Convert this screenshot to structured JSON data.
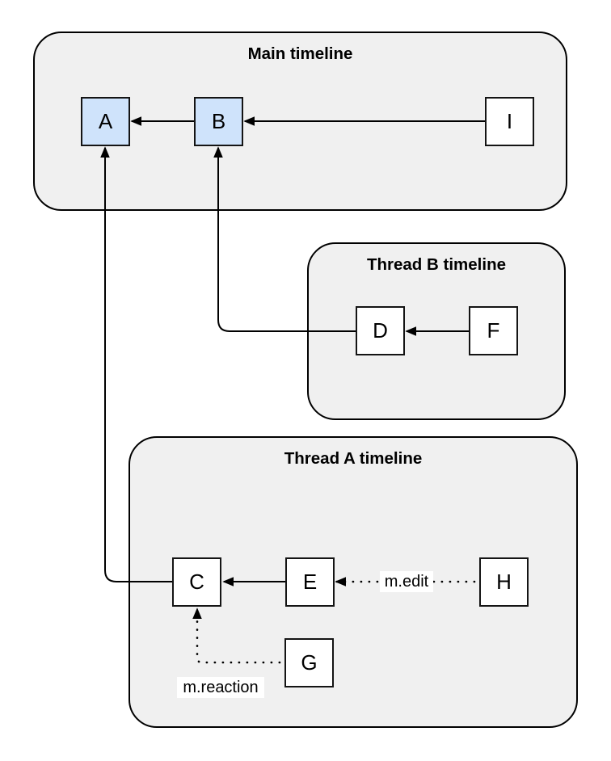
{
  "diagram": {
    "groups": [
      {
        "id": "main-timeline",
        "title": "Main timeline"
      },
      {
        "id": "thread-b-timeline",
        "title": "Thread B timeline"
      },
      {
        "id": "thread-a-timeline",
        "title": "Thread A timeline"
      }
    ],
    "nodes": {
      "a": {
        "label": "A",
        "group": "main-timeline",
        "highlighted": true
      },
      "b": {
        "label": "B",
        "group": "main-timeline",
        "highlighted": true
      },
      "i": {
        "label": "I",
        "group": "main-timeline",
        "highlighted": false
      },
      "d": {
        "label": "D",
        "group": "thread-b-timeline",
        "highlighted": false
      },
      "f": {
        "label": "F",
        "group": "thread-b-timeline",
        "highlighted": false
      },
      "c": {
        "label": "C",
        "group": "thread-a-timeline",
        "highlighted": false
      },
      "e": {
        "label": "E",
        "group": "thread-a-timeline",
        "highlighted": false
      },
      "h": {
        "label": "H",
        "group": "thread-a-timeline",
        "highlighted": false
      },
      "g": {
        "label": "G",
        "group": "thread-a-timeline",
        "highlighted": false
      }
    },
    "edges": [
      {
        "from": "B",
        "to": "A",
        "style": "solid",
        "label": ""
      },
      {
        "from": "I",
        "to": "B",
        "style": "solid",
        "label": ""
      },
      {
        "from": "F",
        "to": "D",
        "style": "solid",
        "label": ""
      },
      {
        "from": "D",
        "to": "B",
        "style": "solid",
        "label": ""
      },
      {
        "from": "E",
        "to": "C",
        "style": "solid",
        "label": ""
      },
      {
        "from": "C",
        "to": "A",
        "style": "solid",
        "label": ""
      },
      {
        "from": "H",
        "to": "E",
        "style": "dotted",
        "label": "m.edit"
      },
      {
        "from": "G",
        "to": "C",
        "style": "dotted",
        "label": "m.reaction"
      }
    ],
    "colors": {
      "highlighted_node_fill": "#cfe3fb",
      "node_fill": "#ffffff",
      "group_fill": "#f0f0f0",
      "stroke": "#000000",
      "background": "#ffffff"
    }
  }
}
